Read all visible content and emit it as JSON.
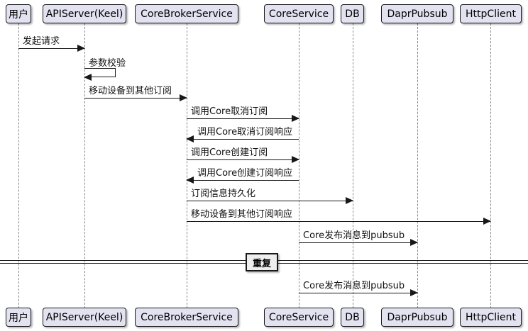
{
  "diagram": {
    "type": "sequence",
    "participants": [
      {
        "name": "用户"
      },
      {
        "name": "APIServer(Keel)"
      },
      {
        "name": "CoreBrokerService"
      },
      {
        "name": "CoreService"
      },
      {
        "name": "DB"
      },
      {
        "name": "DaprPubsub"
      },
      {
        "name": "HttpClient"
      }
    ],
    "messages": [
      {
        "from": "用户",
        "to": "APIServer(Keel)",
        "label": "发起请求",
        "direction": "right"
      },
      {
        "from": "APIServer(Keel)",
        "to": "APIServer(Keel)",
        "label": "参数校验",
        "direction": "self"
      },
      {
        "from": "APIServer(Keel)",
        "to": "CoreBrokerService",
        "label": "移动设备到其他订阅",
        "direction": "right"
      },
      {
        "from": "CoreBrokerService",
        "to": "CoreService",
        "label": "调用Core取消订阅",
        "direction": "right"
      },
      {
        "from": "CoreService",
        "to": "CoreBrokerService",
        "label": "调用Core取消订阅响应",
        "direction": "left"
      },
      {
        "from": "CoreBrokerService",
        "to": "CoreService",
        "label": "调用Core创建订阅",
        "direction": "right"
      },
      {
        "from": "CoreService",
        "to": "CoreBrokerService",
        "label": "调用Core创建订阅响应",
        "direction": "left"
      },
      {
        "from": "CoreBrokerService",
        "to": "DB",
        "label": "订阅信息持久化",
        "direction": "right"
      },
      {
        "from": "CoreBrokerService",
        "to": "HttpClient",
        "label": "移动设备到其他订阅响应",
        "direction": "right"
      },
      {
        "from": "CoreService",
        "to": "DaprPubsub",
        "label": "Core发布消息到pubsub",
        "direction": "right"
      },
      {
        "from": "CoreService",
        "to": "DaprPubsub",
        "label": "Core发布消息到pubsub",
        "direction": "right"
      }
    ],
    "divider": {
      "label": "重复"
    },
    "colors": {
      "background": "#FFFFFF",
      "participant_fill": "#E2E2F0",
      "participant_border": "#181818",
      "arrow": "#181818",
      "lifeline": "#888888",
      "divider_fill": "#EEEEEE"
    }
  }
}
